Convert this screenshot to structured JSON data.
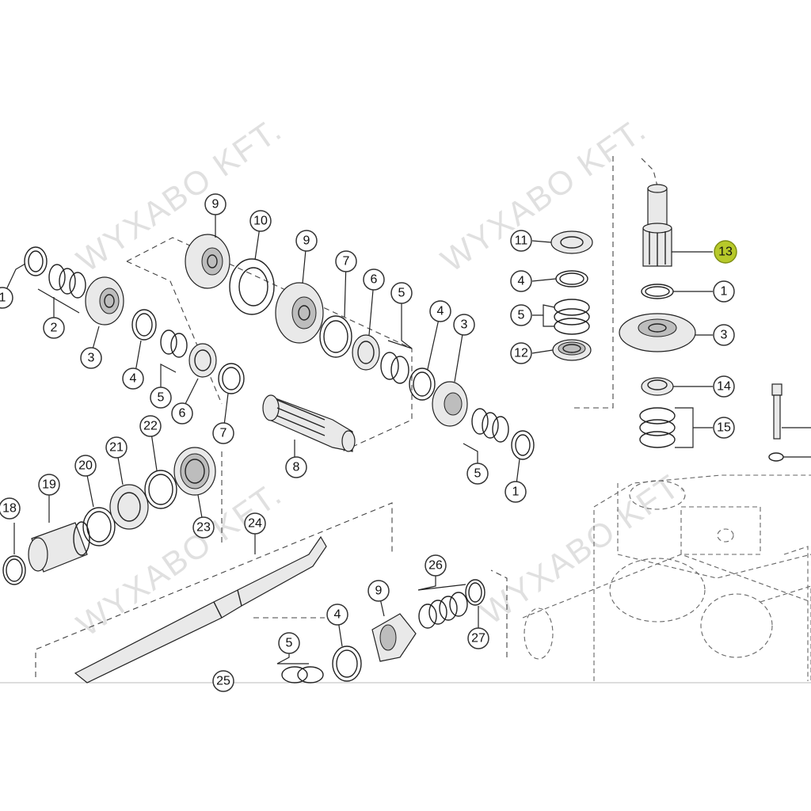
{
  "watermark": "WYXABO KFT.",
  "highlight_color": "#b7c92a",
  "callouts": [
    {
      "id": "c1a",
      "label": "1"
    },
    {
      "id": "c2",
      "label": "2"
    },
    {
      "id": "c3a",
      "label": "3"
    },
    {
      "id": "c4a",
      "label": "4"
    },
    {
      "id": "c5a",
      "label": "5"
    },
    {
      "id": "c6",
      "label": "6"
    },
    {
      "id": "c7a",
      "label": "7"
    },
    {
      "id": "c8",
      "label": "8"
    },
    {
      "id": "c9a",
      "label": "9"
    },
    {
      "id": "c10",
      "label": "10"
    },
    {
      "id": "c9b",
      "label": "9"
    },
    {
      "id": "c7b",
      "label": "7"
    },
    {
      "id": "c6b",
      "label": "6"
    },
    {
      "id": "c5b",
      "label": "5"
    },
    {
      "id": "c4b",
      "label": "4"
    },
    {
      "id": "c3b",
      "label": "3"
    },
    {
      "id": "c5c",
      "label": "5"
    },
    {
      "id": "c1b",
      "label": "1"
    },
    {
      "id": "c11",
      "label": "11"
    },
    {
      "id": "c4c",
      "label": "4"
    },
    {
      "id": "c5d",
      "label": "5"
    },
    {
      "id": "c12",
      "label": "12"
    },
    {
      "id": "c13",
      "label": "13",
      "highlighted": true
    },
    {
      "id": "c1c",
      "label": "1"
    },
    {
      "id": "c3c",
      "label": "3"
    },
    {
      "id": "c14",
      "label": "14"
    },
    {
      "id": "c15",
      "label": "15"
    },
    {
      "id": "c18",
      "label": "18"
    },
    {
      "id": "c19",
      "label": "19"
    },
    {
      "id": "c20",
      "label": "20"
    },
    {
      "id": "c21",
      "label": "21"
    },
    {
      "id": "c22",
      "label": "22"
    },
    {
      "id": "c23",
      "label": "23"
    },
    {
      "id": "c24",
      "label": "24"
    },
    {
      "id": "c26",
      "label": "26"
    },
    {
      "id": "c9c",
      "label": "9"
    },
    {
      "id": "c4d",
      "label": "4"
    },
    {
      "id": "c27",
      "label": "27"
    },
    {
      "id": "c5e",
      "label": "5"
    },
    {
      "id": "c25",
      "label": "25"
    }
  ]
}
